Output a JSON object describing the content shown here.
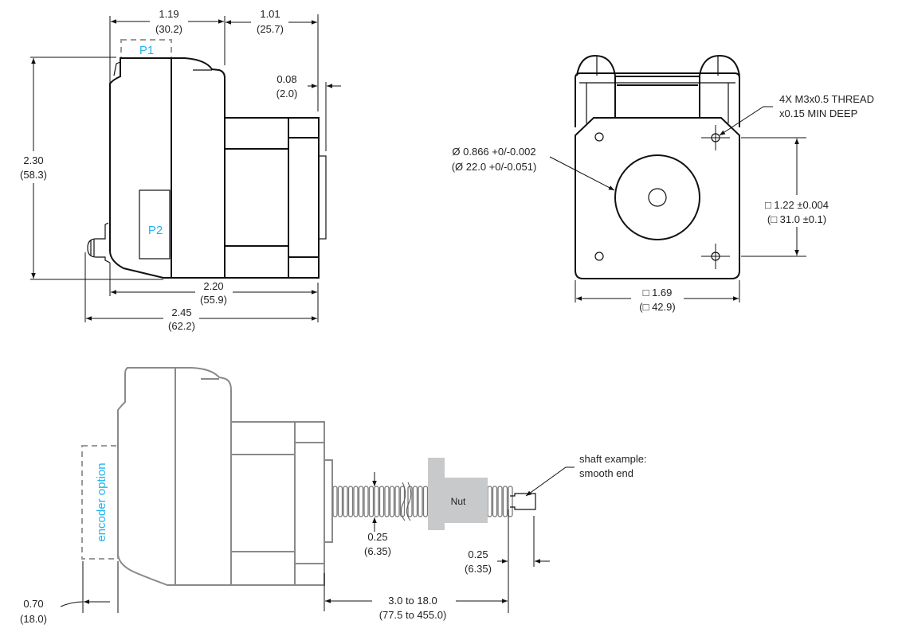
{
  "side_view": {
    "dim_depth_housing": {
      "in": "1.19",
      "mm": "(30.2)"
    },
    "dim_depth_motor": {
      "in": "1.01",
      "mm": "(25.7)"
    },
    "dim_pilot": {
      "in": "0.08",
      "mm": "(2.0)"
    },
    "dim_height": {
      "in": "2.30",
      "mm": "(58.3)"
    },
    "dim_length": {
      "in": "2.20",
      "mm": "(55.9)"
    },
    "dim_total_length": {
      "in": "2.45",
      "mm": "(62.2)"
    },
    "connector_p1": "P1",
    "connector_p2": "P2"
  },
  "front_view": {
    "pilot_diameter": {
      "in": "Ø 0.866 +0/-0.002",
      "mm": "(Ø 22.0 +0/-0.051)"
    },
    "thread_note": {
      "line1": "4X M3x0.5 THREAD",
      "line2": "x0.15 MIN DEEP"
    },
    "hole_spacing": {
      "in": "□ 1.22 ±0.004",
      "mm": "(□ 31.0 ±0.1)"
    },
    "frame_size": {
      "in": "□ 1.69",
      "mm": "(□ 42.9)"
    }
  },
  "linear_view": {
    "encoder_label": "encoder option",
    "nut_label": "Nut",
    "screw_diameter": {
      "in": "0.25",
      "mm": "(6.35)"
    },
    "shaft_end_diameter": {
      "in": "0.25",
      "mm": "(6.35)"
    },
    "stroke_length": {
      "in": "3.0 to 18.0",
      "mm": "(77.5 to 455.0)"
    },
    "encoder_offset": {
      "in": "0.70",
      "mm": "(18.0)"
    },
    "shaft_note": {
      "line1": "shaft example:",
      "line2": "smooth end"
    }
  },
  "colors": {
    "accent": "#1fb4f0",
    "nut": "#c8c9cb",
    "linework_gray": "#8a8a8a"
  }
}
